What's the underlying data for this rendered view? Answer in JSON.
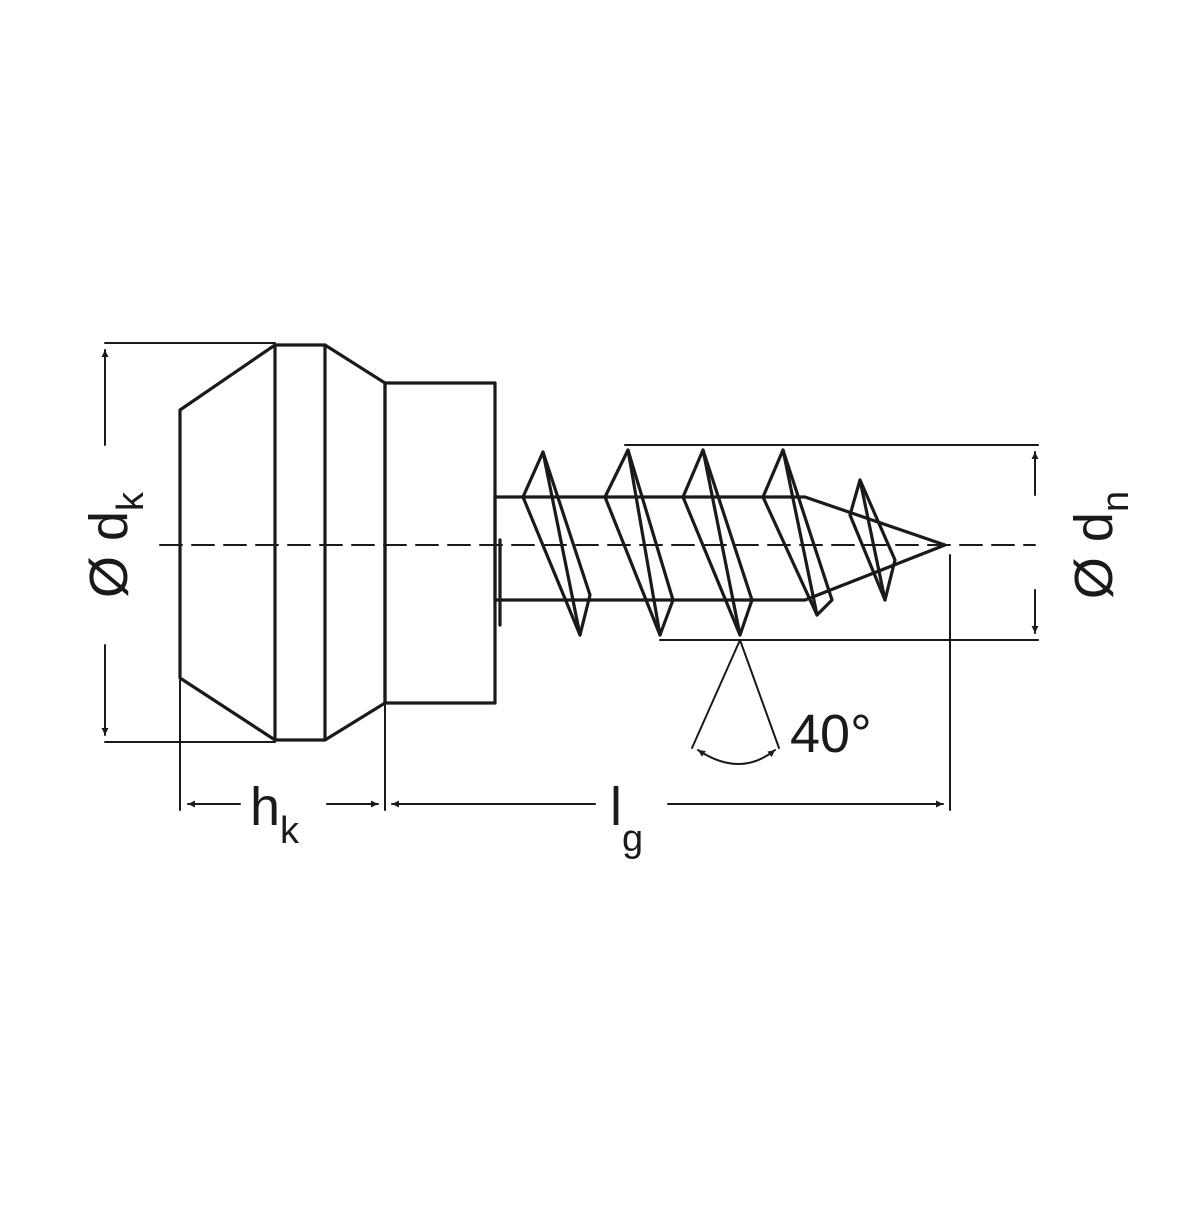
{
  "labels": {
    "head_diameter": {
      "prefix": "Ø d",
      "subscript": "k"
    },
    "head_height": {
      "main": "h",
      "subscript": "k"
    },
    "thread_length": {
      "main": "l",
      "subscript": "g"
    },
    "thread_diameter": {
      "prefix": "Ø d",
      "subscript": "n"
    },
    "thread_angle": "40°"
  },
  "colors": {
    "line": "#1a1a1a",
    "background": "#ffffff"
  }
}
